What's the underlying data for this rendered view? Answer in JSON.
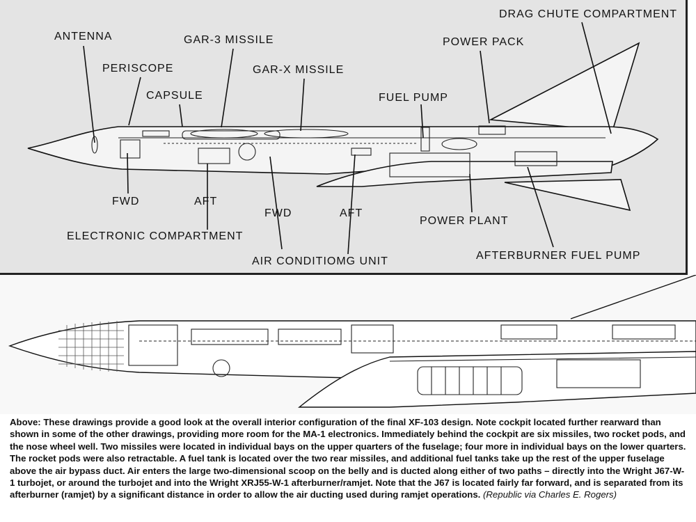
{
  "top_diagram": {
    "labels": {
      "drag_chute": "DRAG CHUTE COMPARTMENT",
      "antenna": "ANTENNA",
      "gar3": "GAR-3 MISSILE",
      "power_pack": "POWER PACK",
      "periscope": "PERISCOPE",
      "garx": "GAR-X MISSILE",
      "capsule": "CAPSULE",
      "fuel_pump": "FUEL PUMP",
      "fwd_1": "FWD",
      "aft_1": "AFT",
      "fwd_2": "FWD",
      "aft_2": "AFT",
      "power_plant": "POWER PLANT",
      "electronic": "ELECTRONIC COMPARTMENT",
      "afterburner_pump": "AFTERBURNER FUEL PUMP",
      "air_cond": "AIR CONDITIOMG UNIT"
    }
  },
  "caption": {
    "lead": "Above:",
    "body": " These drawings provide a good look at the overall interior configuration of the final XF-103 design. Note cockpit located further rearward than shown in some of the other drawings, providing more room for the MA-1 electronics. Immediately behind the cockpit are six missiles, two rocket pods, and the nose wheel well. Two missiles were located in individual bays on the upper quarters of the fuselage; four more in individual bays on the lower quarters. The rocket pods were also retractable. A fuel tank is located over the two rear missiles, and additional fuel tanks take up the rest of the upper fuselage above the air bypass duct. Air enters the large two-dimensional scoop on the belly and is ducted along either of two paths – directly into the Wright J67-W-1 turbojet, or around the turbojet and into the Wright XRJ55-W-1 afterburner/ramjet. Note that the J67 is located fairly far forward, and is separated from its afterburner (ramjet) by a significant distance in order to allow the air ducting used during ramjet operations. ",
    "credit": "(Republic via Charles E. Rogers)"
  }
}
